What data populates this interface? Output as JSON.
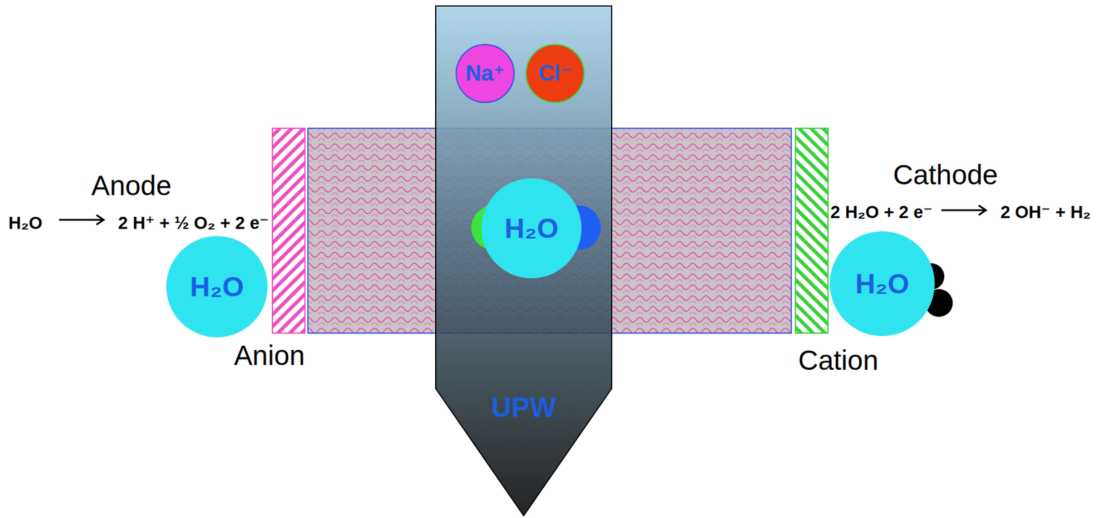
{
  "diagram": {
    "nodes": [
      {
        "text": [
          "UPW"
        ]
      },
      {
        "text": [
          "Na⁺"
        ],
        "in": 0
      },
      {
        "text": [
          "Cl⁻"
        ],
        "in": 0
      },
      {
        "text": [
          "H₂O"
        ],
        "in": 0
      },
      {
        "text": [
          "H₂O"
        ]
      },
      {
        "text": [
          "H₂O"
        ]
      }
    ],
    "labels": [
      "Anode",
      "H₂O",
      "2 H⁺ + ½ O₂ + 2 e⁻",
      "Anion",
      "Cathode",
      "2 H₂O + 2 e⁻",
      "2 OH⁻ + H₂",
      "Cation"
    ]
  }
}
